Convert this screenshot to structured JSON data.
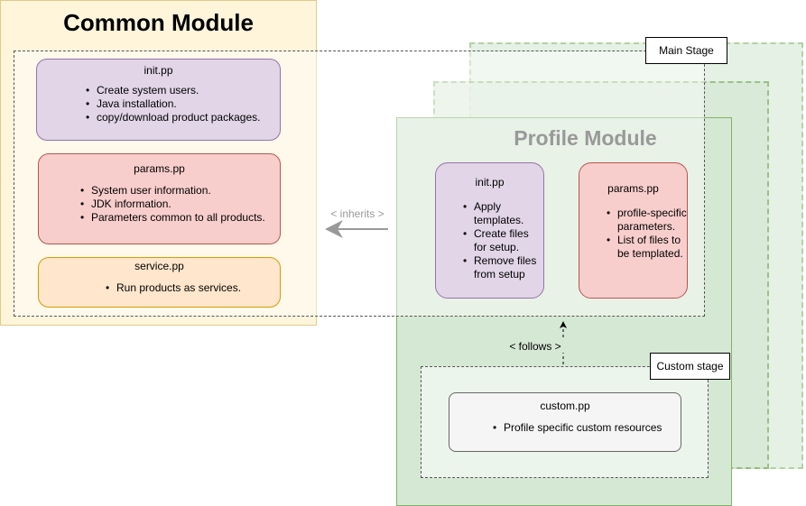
{
  "common": {
    "title": "Common Module",
    "init": {
      "file": "init.pp",
      "items": [
        "Create system users.",
        "Java installation.",
        "copy/download product packages."
      ]
    },
    "params": {
      "file": "params.pp",
      "items": [
        "System user information.",
        "JDK information.",
        "Parameters common to all products."
      ]
    },
    "service": {
      "file": "service.pp",
      "items": [
        "Run products as services."
      ]
    }
  },
  "profile": {
    "title": "Profile Module",
    "init": {
      "file": "init.pp",
      "items": [
        "Apply templates.",
        "Create files for setup.",
        "Remove files from setup"
      ]
    },
    "params": {
      "file": "params.pp",
      "items": [
        "profile-specific parameters.",
        "List of files to be templated."
      ]
    }
  },
  "stages": {
    "main_label": "Main Stage",
    "custom_label": "Custom stage"
  },
  "custom": {
    "file": "custom.pp",
    "items": [
      "Profile specific custom resources"
    ]
  },
  "connectors": {
    "inherits": "< inherits >",
    "follows": "< follows >"
  },
  "colors": {
    "common_fill": "#fff2cc",
    "common_border": "#d6b656",
    "profile_fill": "#d5e8d4",
    "profile_border": "#82b366",
    "init_fill": "#e1d5e7",
    "params_fill": "#f8cecc",
    "service_fill": "#ffe6cc",
    "custom_fill": "#f5f5f5"
  }
}
